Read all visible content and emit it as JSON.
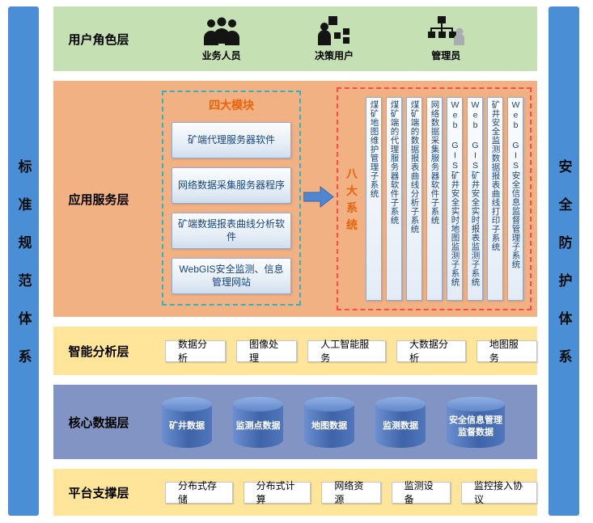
{
  "side_bars": {
    "left": "标准规范体系",
    "right": "安全防护体系"
  },
  "layers": {
    "user_role": {
      "label": "用户角色层",
      "roles": [
        {
          "label": "业务人员",
          "icon": "users-group-icon"
        },
        {
          "label": "决策用户",
          "icon": "decision-user-icon"
        },
        {
          "label": "管理员",
          "icon": "admin-org-icon"
        }
      ]
    },
    "app_service": {
      "label": "应用服务层",
      "modules_title": "四大模块",
      "modules": [
        "矿端代理服务器软件",
        "网络数据采集服务器程序",
        "矿端数据报表曲线分析软件",
        "WebGIS安全监测、信息管理网站"
      ],
      "systems_title": "八大系统",
      "systems": [
        "煤矿地图维护管理子系统",
        "煤矿端的代理服务器软件子系统",
        "煤矿端的数据报表曲线分析子系统",
        "网络数据采集服务器软件子系统",
        "Web GIS矿井安全实时地图监测子系统",
        "Web GIS矿井安全实时报表监测子系统",
        "矿井安全监测数据报表曲线打印子系统",
        "Web GIS安全信息监督管理子系统"
      ]
    },
    "analysis": {
      "label": "智能分析层",
      "items": [
        "数据分析",
        "图像处理",
        "人工智能服务",
        "大数据分析",
        "地图服务"
      ]
    },
    "core_data": {
      "label": "核心数据层",
      "items": [
        "矿井数据",
        "监测点数据",
        "地图数据",
        "监测数据",
        "安全信息管理监督数据"
      ]
    },
    "platform": {
      "label": "平台支撑层",
      "items": [
        "分布式存储",
        "分布式计算",
        "网络资源",
        "监测设备",
        "监控接入协议"
      ]
    }
  },
  "colors": {
    "side_bar_blue": "#4A8FD6",
    "user_role_bg": "#C5E0B3",
    "app_service_bg": "#F2B183",
    "analysis_bg": "#FFE599",
    "core_data_bg": "#8294C4",
    "platform_bg": "#FFE599",
    "modules_border_teal": "#2FB3C7",
    "systems_border_red": "#FF4A4A",
    "accent_orange": "#E8630C",
    "box_text_blue": "#17457C",
    "cylinder_blue": "#4472C4"
  }
}
